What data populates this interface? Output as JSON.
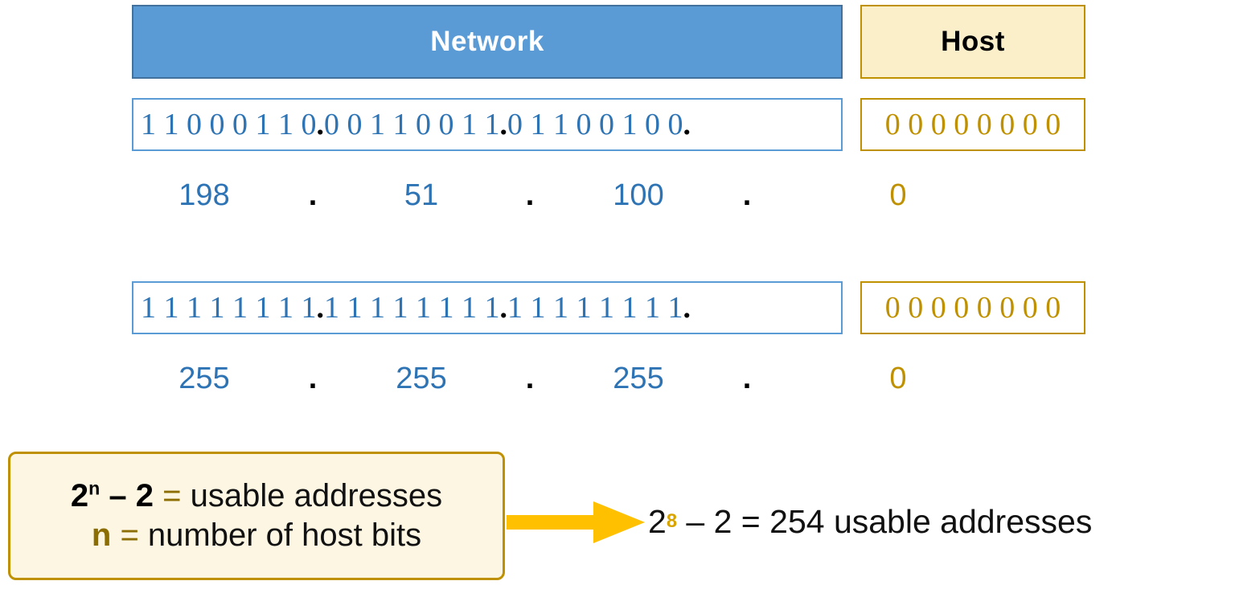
{
  "headers": {
    "network_label": "Network",
    "host_label": "Host",
    "network_fill": "#5B9BD5",
    "network_text_color": "#FFFFFF",
    "host_fill": "#FBEFC9",
    "host_text_color": "#000000",
    "host_border": "#BF9000"
  },
  "address_row": {
    "binary_network": "1 1 0 0 0 1 1 0",
    "binary_network_octets": [
      "1 1 0 0 0 1 1 0",
      "0 0 1 1 0 0 1 1",
      "0 1 1 0 0 1 0 0"
    ],
    "binary_host": "0 0 0 0 0 0 0 0",
    "separator": ".",
    "decimal_octets": [
      "198",
      "51",
      "100"
    ],
    "decimal_host": "0",
    "binary_color": "#2E74B5",
    "host_color": "#BF9000"
  },
  "mask_row": {
    "binary_network_octets": [
      "1 1 1 1 1 1 1 1",
      "1 1 1 1 1 1 1 1",
      "1 1 1 1 1 1 1 1"
    ],
    "binary_host": "0 0 0 0 0 0 0 0",
    "separator": ".",
    "decimal_octets": [
      "255",
      "255",
      "255"
    ],
    "decimal_host": "0"
  },
  "formula": {
    "line1_base": "2",
    "line1_exp": "n",
    "line1_minus": " – 2",
    "line1_eq": " = ",
    "line1_rest": "usable addresses",
    "line2_var": "n",
    "line2_eq": " = ",
    "line2_rest": "number of host bits",
    "box_fill": "#FDF6E3",
    "box_border": "#BF9000"
  },
  "arrow": {
    "color": "#FFC000",
    "direction": "right"
  },
  "result": {
    "base": "2",
    "exponent": "8",
    "expression": " – 2 = 254 usable addresses",
    "exponent_color": "#D9A400"
  }
}
